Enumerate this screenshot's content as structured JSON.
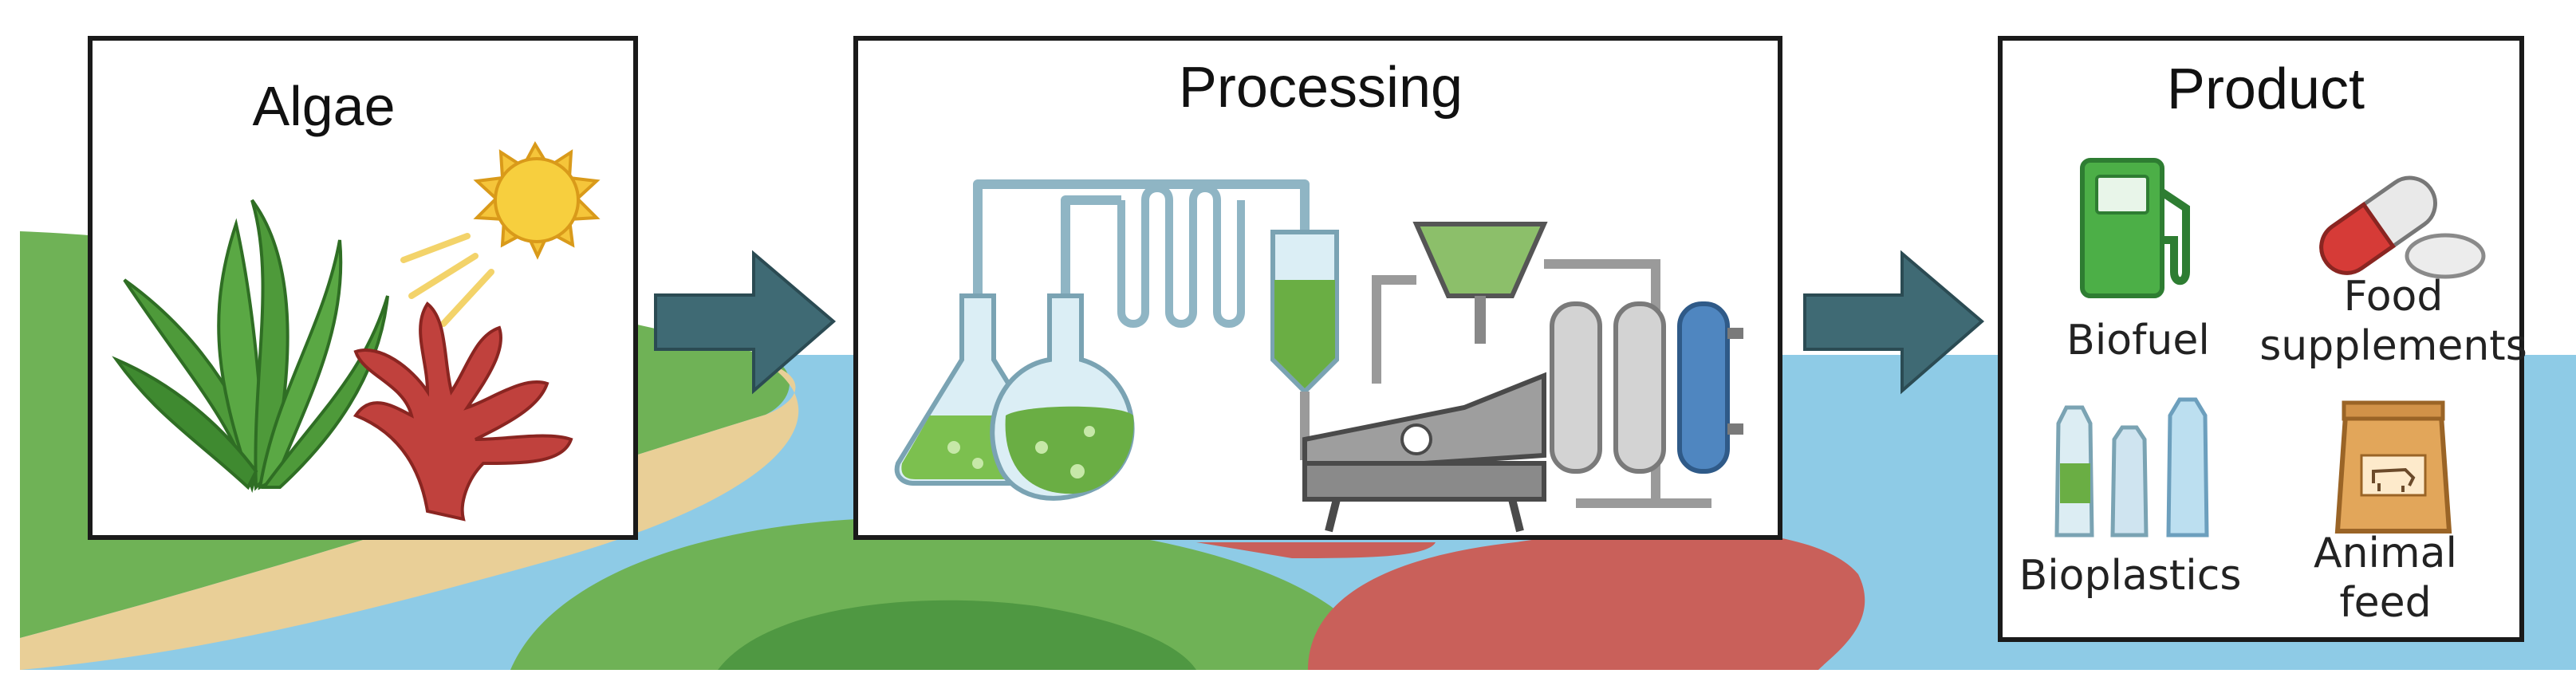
{
  "stages": {
    "algae": {
      "title": "Algae"
    },
    "processing": {
      "title": "Processing"
    },
    "product": {
      "title": "Product",
      "items": {
        "biofuel": {
          "label": "Biofuel"
        },
        "food": {
          "line1": "Food",
          "line2": "supplements"
        },
        "bioplastics": {
          "label": "Bioplastics"
        },
        "feed": {
          "line1": "Animal",
          "line2": "feed"
        }
      }
    }
  },
  "colors": {
    "sea": "#8ecbe6",
    "land_green": "#6fb256",
    "sand": "#e9cf97",
    "red_area": "#c9605a",
    "arrow": "#3f6a74",
    "box_border": "#1a1a1a",
    "kelp": "#4e9a3a",
    "red_algae": "#c0413d",
    "sun": "#f5c53a",
    "fuel_pump": "#4caf47",
    "glass": "#cfe7f1",
    "liquid": "#7cc04f"
  }
}
